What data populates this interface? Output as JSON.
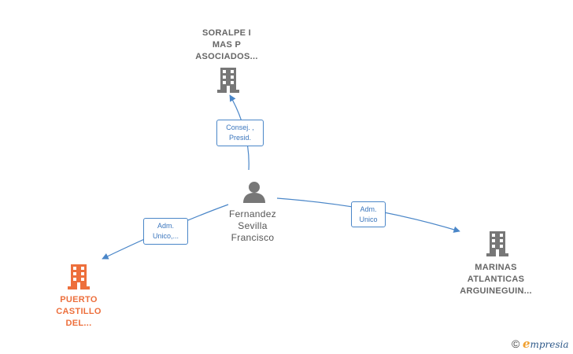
{
  "nodes": {
    "soralpe": {
      "lines": [
        "SORALPE I",
        "MAS P",
        "ASOCIADOS..."
      ],
      "icon": "building-icon",
      "color": "#777777"
    },
    "marinas": {
      "lines": [
        "MARINAS",
        "ATLANTICAS",
        "ARGUINEGUIN..."
      ],
      "icon": "building-icon",
      "color": "#777777"
    },
    "puerto": {
      "lines": [
        "PUERTO",
        "CASTILLO",
        "DEL..."
      ],
      "icon": "building-icon",
      "color": "#ed6f3c"
    },
    "person": {
      "lines": [
        "Fernandez",
        "Sevilla",
        "Francisco"
      ],
      "icon": "person-icon",
      "color": "#777777"
    }
  },
  "edges": {
    "to_soralpe": {
      "lines": [
        "Consej. ,",
        "Presid."
      ]
    },
    "to_marinas": {
      "lines": [
        "Adm.",
        "Unico"
      ]
    },
    "to_puerto": {
      "lines": [
        "Adm.",
        "Unico,..."
      ]
    }
  },
  "colors": {
    "edge": "#4a86c8"
  },
  "brand": {
    "copyright": "©",
    "initial": "e",
    "rest": "mpresia"
  }
}
